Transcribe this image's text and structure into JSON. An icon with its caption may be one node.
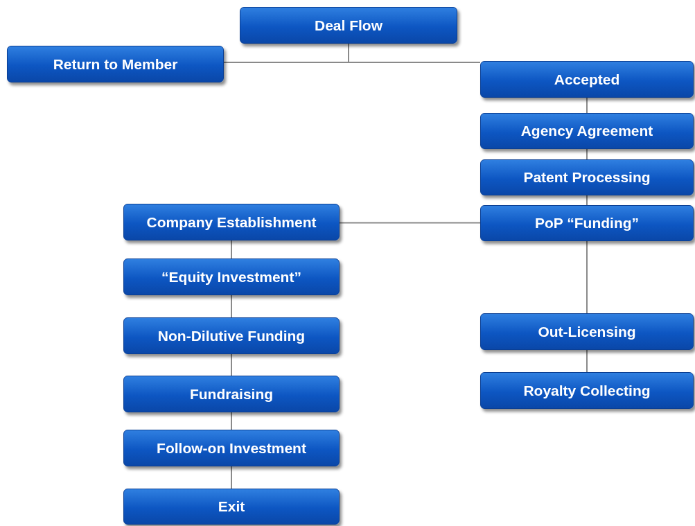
{
  "diagram": {
    "nodes": [
      {
        "text": [
          "Deal Flow"
        ]
      },
      {
        "text": [
          "Return to Member"
        ]
      },
      {
        "text": [
          "Accepted"
        ]
      },
      {
        "text": [
          "Agency Agreement"
        ]
      },
      {
        "text": [
          "Patent Processing"
        ]
      },
      {
        "text": [
          "PoP “Funding”"
        ]
      },
      {
        "text": [
          "Company Establishment"
        ]
      },
      {
        "text": [
          "“Equity Investment”"
        ]
      },
      {
        "text": [
          "Non-Dilutive Funding"
        ]
      },
      {
        "text": [
          "Fundraising"
        ]
      },
      {
        "text": [
          "Follow-on Investment"
        ]
      },
      {
        "text": [
          "Exit"
        ]
      },
      {
        "text": [
          "Out-Licensing"
        ]
      },
      {
        "text": [
          "Royalty Collecting"
        ]
      }
    ],
    "edges": [
      {
        "from": 0,
        "to": 1,
        "arrow": "none"
      },
      {
        "from": 0,
        "to": 2,
        "arrow": "none"
      },
      {
        "from": 2,
        "to": 3,
        "arrow": "none"
      },
      {
        "from": 3,
        "to": 4,
        "arrow": "none"
      },
      {
        "from": 4,
        "to": 5,
        "arrow": "none"
      },
      {
        "from": 5,
        "to": 6,
        "arrow": "none"
      },
      {
        "from": 5,
        "to": 12,
        "arrow": "none"
      },
      {
        "from": 12,
        "to": 13,
        "arrow": "none"
      },
      {
        "from": 6,
        "to": 7,
        "arrow": "none"
      },
      {
        "from": 7,
        "to": 8,
        "arrow": "none"
      },
      {
        "from": 8,
        "to": 9,
        "arrow": "none"
      },
      {
        "from": 9,
        "to": 10,
        "arrow": "none"
      },
      {
        "from": 10,
        "to": 11,
        "arrow": "none"
      }
    ]
  }
}
